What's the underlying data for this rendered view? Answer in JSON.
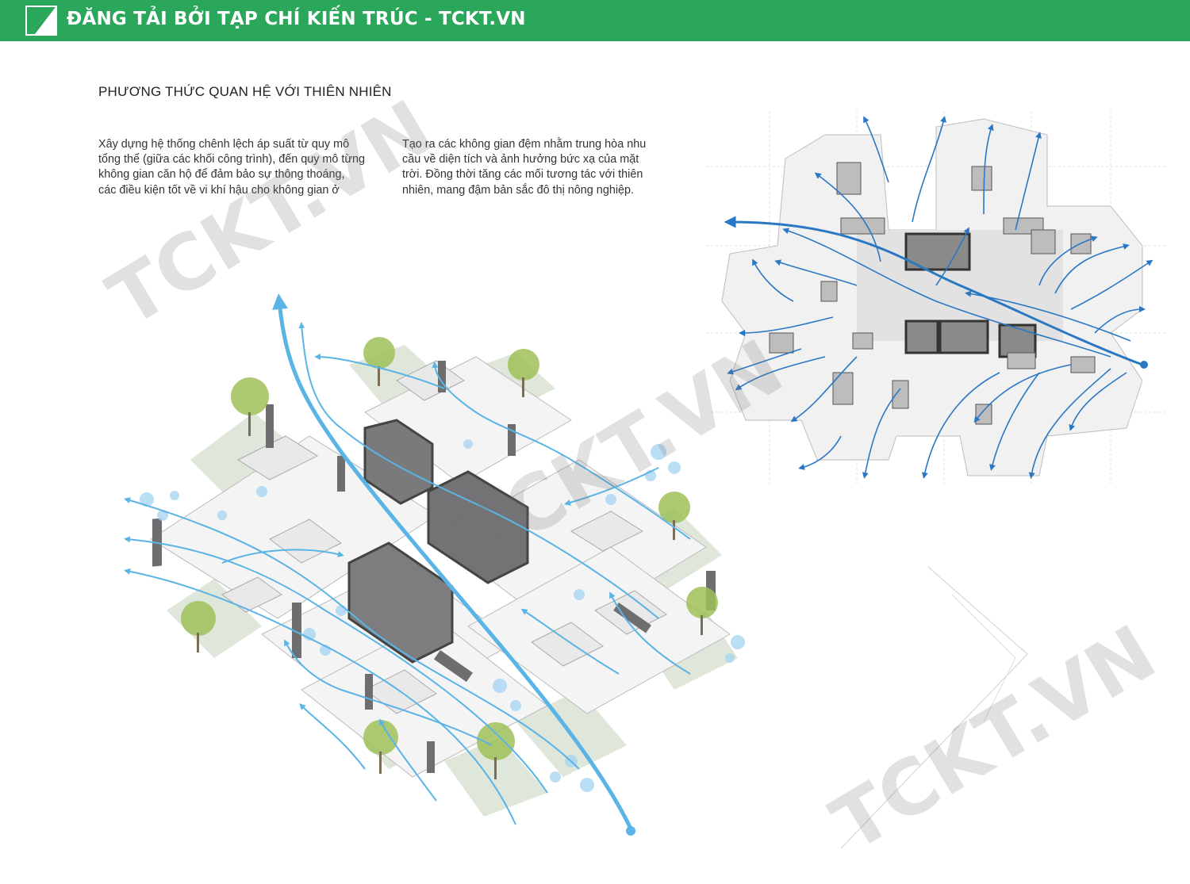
{
  "banner": {
    "text": "ĐĂNG TẢI BỞI TẠP CHÍ KIẾN TRÚC - TCKT.VN",
    "color": "#2aa75a",
    "logo_icon": "folded-triangle-logo-icon"
  },
  "section": {
    "title": "PHƯƠNG THỨC QUAN HỆ VỚI THIÊN NHIÊN"
  },
  "paragraphs": {
    "left": [
      "Xây dựng hệ thống chênh lệch áp suất từ quy mô",
      "tổng thể (giữa các khối công trình), đến quy mô từng",
      "không gian căn hộ để đảm bảo sự thông thoáng,",
      "các điều kiện tốt về vi khí hậu cho không gian ở"
    ],
    "right": [
      "Tạo ra các không gian đệm nhằm trung hòa nhu",
      "cầu về diện tích và ảnh hưởng bức xạ của mặt",
      "trời. Đồng thời tăng các mối tương tác với thiên",
      "nhiên, mang đậm bản sắc đô thị nông nghiệp."
    ]
  },
  "watermark": {
    "text": "TCKT.VN"
  },
  "colors": {
    "airflow_light": "#5ab4e6",
    "airflow_dark": "#2a78c4",
    "core": "#6e6e70",
    "landscape": "#dfe6da",
    "tree": "#9fbf58"
  }
}
